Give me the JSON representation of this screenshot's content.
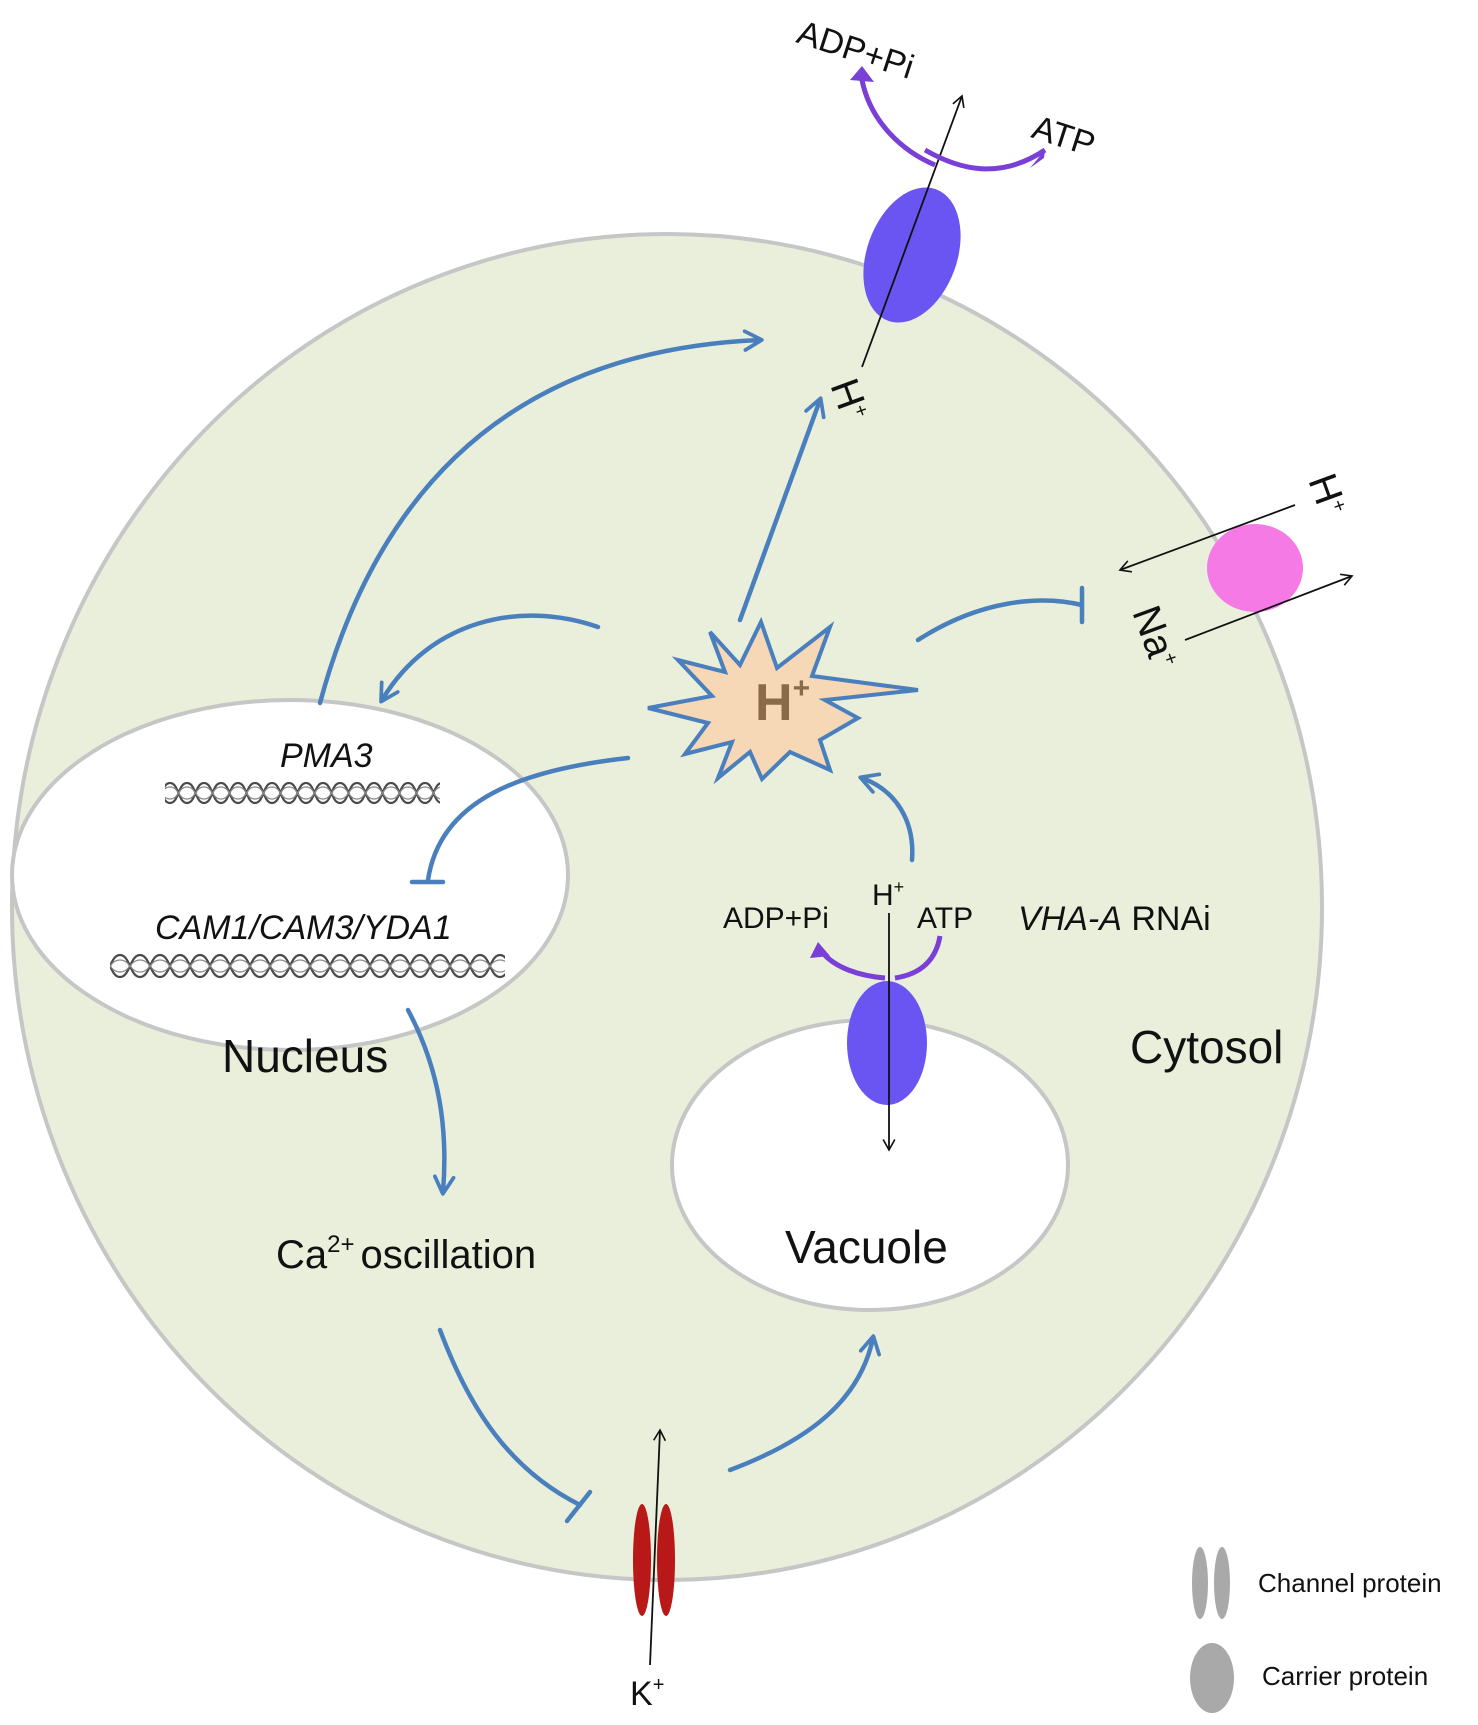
{
  "compartments": {
    "cytosol": "Cytosol",
    "nucleus": "Nucleus",
    "vacuole": "Vacuole"
  },
  "plasma_membrane_pump": {
    "adp_pi": "ADP+Pi",
    "atp": "ATP",
    "h_plus": "H",
    "h_sup": "+"
  },
  "antiporter": {
    "h_plus": "H",
    "h_sup": "+",
    "na_plus": "Na",
    "na_sup": "+"
  },
  "proton_burst": {
    "h": "H",
    "sup": "+"
  },
  "genes": {
    "pma3": "PMA3",
    "cam_group": "CAM1/CAM3/YDA1"
  },
  "vacuolar_pump": {
    "adp_pi": "ADP+Pi",
    "h_plus": "H",
    "h_sup": "+",
    "atp": "ATP",
    "rnai_gene": "VHA-A",
    "rnai_suffix": " RNAi"
  },
  "calcium": {
    "ca": "Ca",
    "sup": "2+",
    "text": "oscillation"
  },
  "potassium": {
    "k": "K",
    "sup": "+"
  },
  "legend": {
    "channel": "Channel protein",
    "carrier": "Carrier protein"
  },
  "colors": {
    "cell_fill": "#e9efdb",
    "cell_stroke": "#c6c6c6",
    "arrow_blue": "#4a7fbd",
    "pump_purple": "#6b55f2",
    "antiporter_pink": "#f57ae6",
    "channel_red": "#b81818",
    "burst_fill": "#f6d7b6",
    "burst_text": "#8a6a4a",
    "atp_arc": "#7a3fd6",
    "legend_gray": "#a9a9a9"
  }
}
